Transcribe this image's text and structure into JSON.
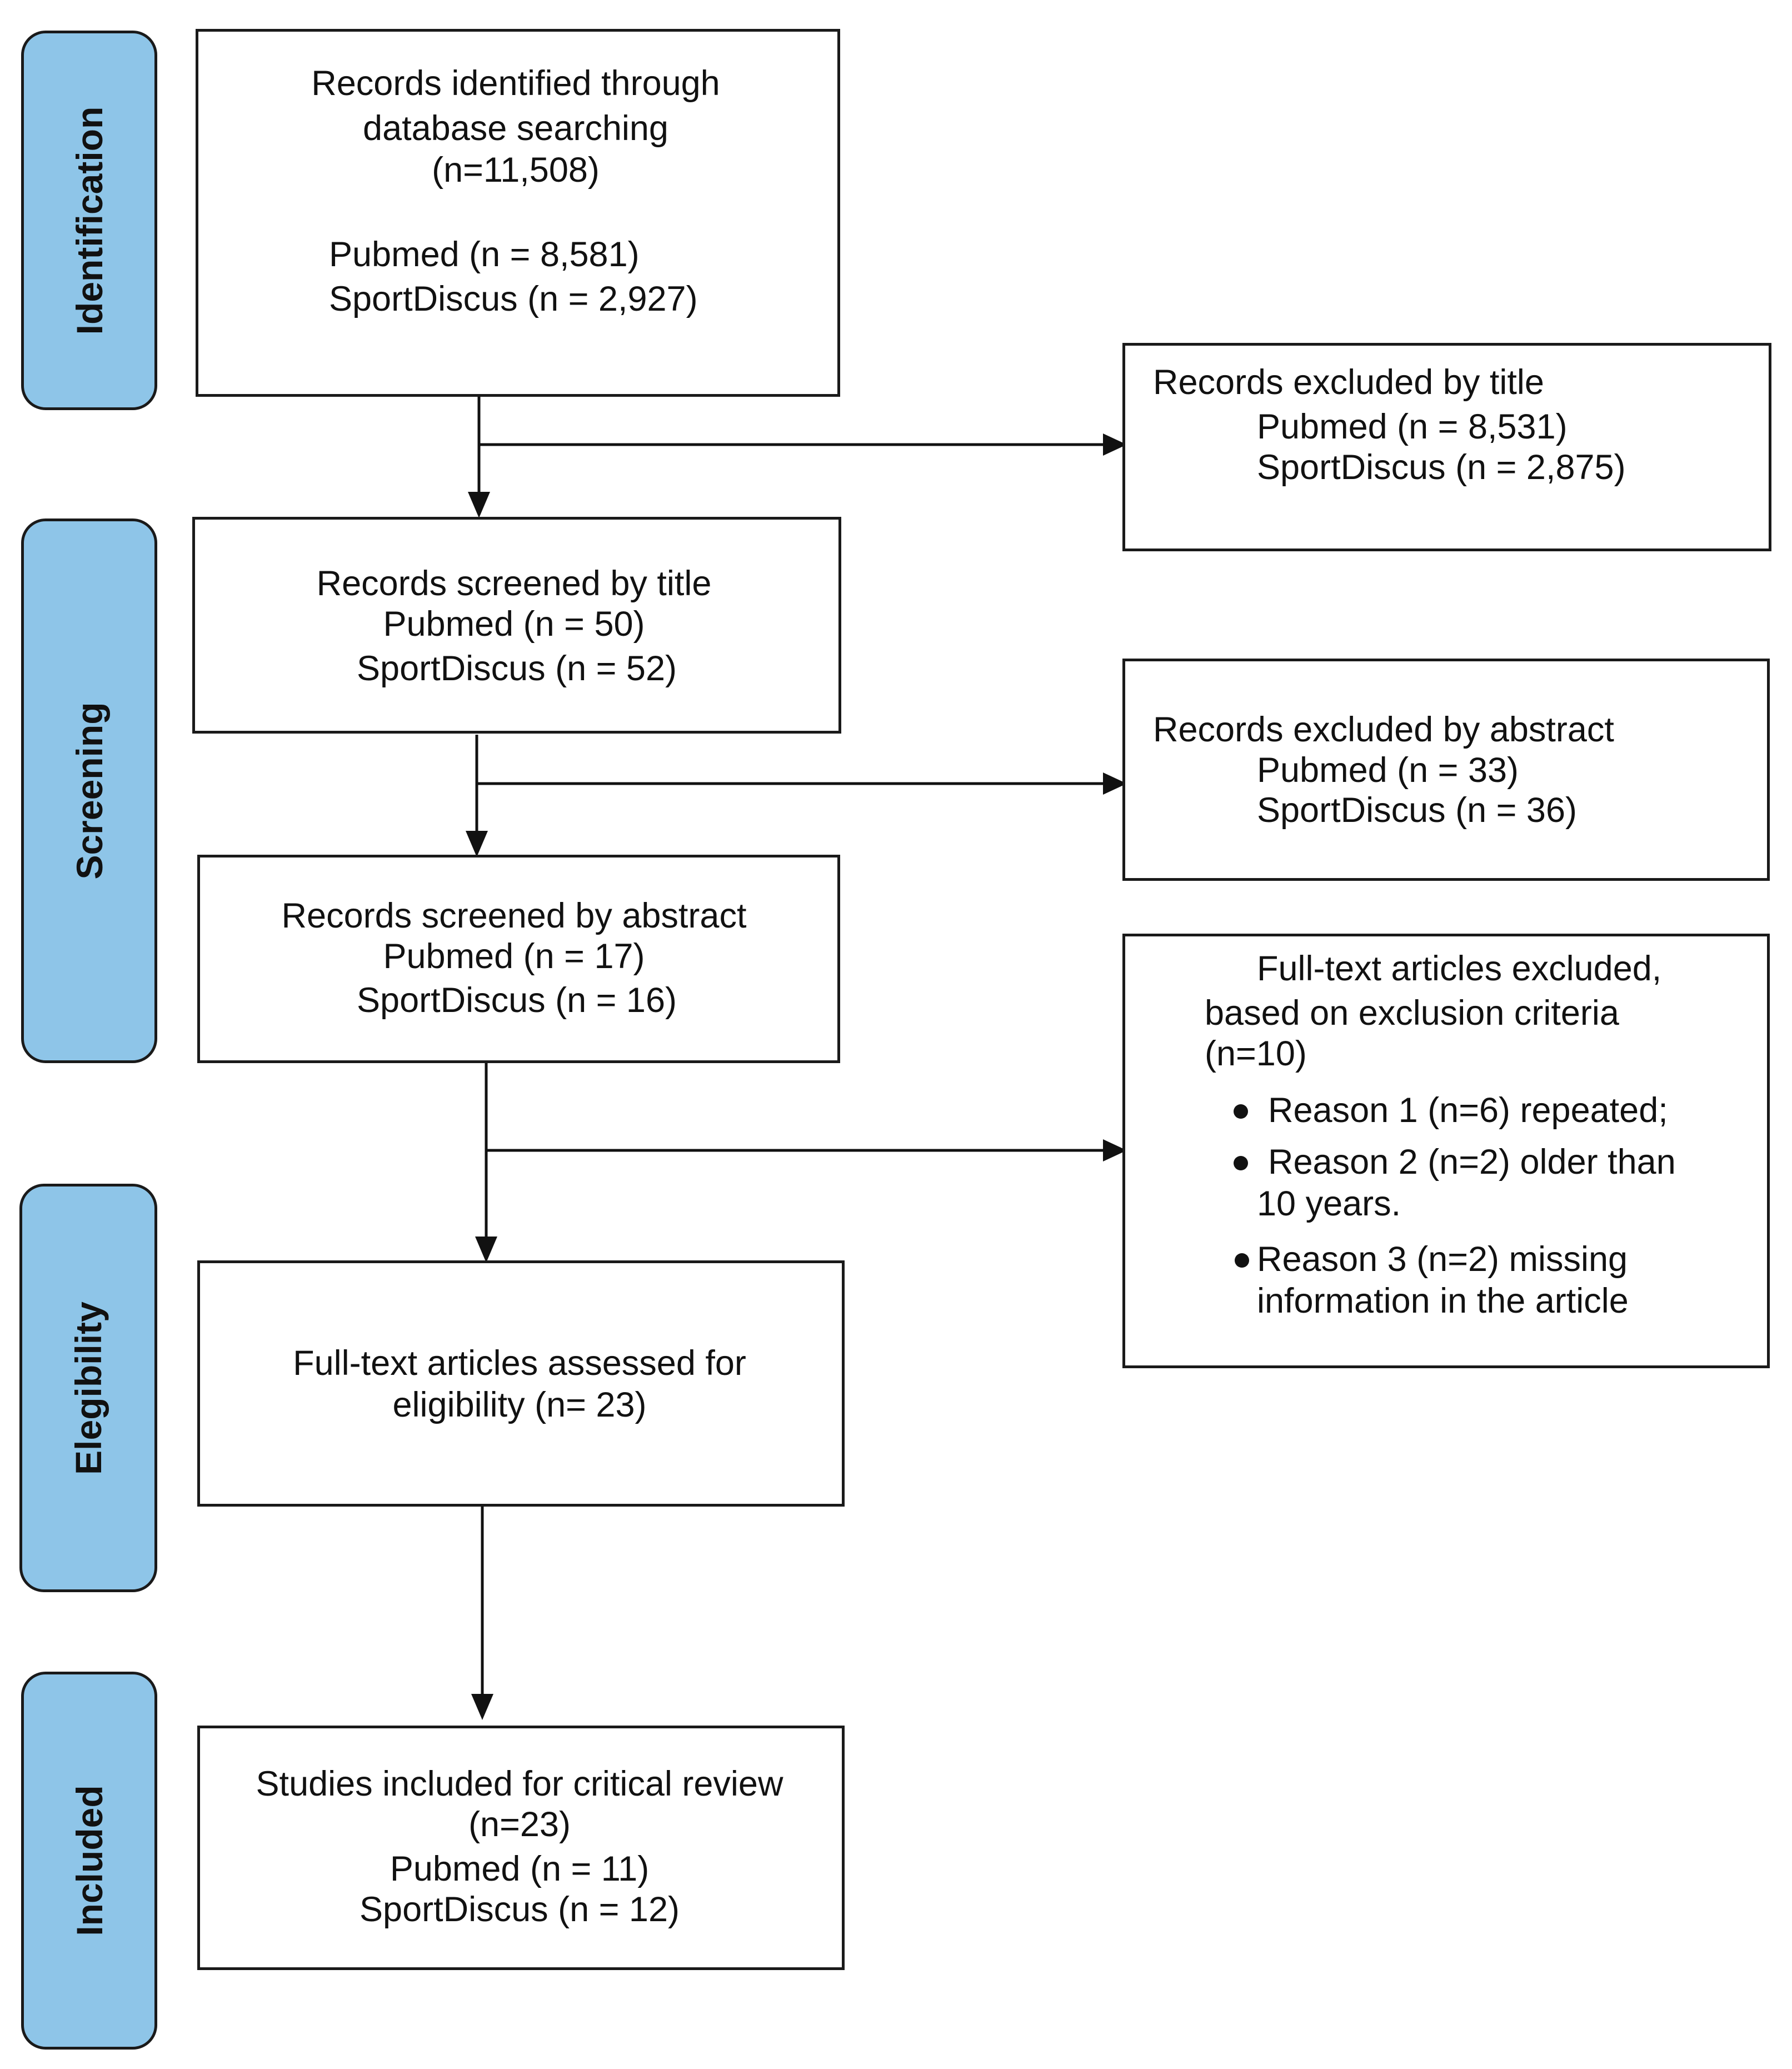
{
  "stages": {
    "identification": "Identification",
    "screening": "Screening",
    "elegibility": "Elegibility",
    "included": "Included"
  },
  "identified": {
    "line1": "Records identified through",
    "line2": "database searching",
    "line3": "(n=11,508)",
    "pubmed": "Pubmed (n = 8,581)",
    "sportdiscus": "SportDiscus (n = 2,927)"
  },
  "excluded_title": {
    "heading": "Records excluded by title",
    "pubmed": "Pubmed (n = 8,531)",
    "sportdiscus": "SportDiscus (n = 2,875)"
  },
  "screened_title": {
    "heading": "Records screened by title",
    "pubmed": "Pubmed (n = 50)",
    "sportdiscus": "SportDiscus (n = 52)"
  },
  "excluded_abstract": {
    "heading": "Records excluded by abstract",
    "pubmed": "Pubmed (n = 33)",
    "sportdiscus": "SportDiscus (n = 36)"
  },
  "screened_abstract": {
    "heading": "Records screened by abstract",
    "pubmed": "Pubmed (n = 17)",
    "sportdiscus": "SportDiscus (n = 16)"
  },
  "fulltext_excluded": {
    "line1": "Full-text articles excluded,",
    "line2": "based on exclusion criteria",
    "line3": "(n=10)",
    "reason1": "Reason 1 (n=6) repeated;",
    "reason2a": "Reason 2 (n=2) older than",
    "reason2b": "10 years.",
    "reason3a": "Reason 3 (n=2) missing",
    "reason3b": "information in the article"
  },
  "assessed": {
    "line1": "Full-text articles assessed for",
    "line2": "eligibility (n= 23)"
  },
  "included": {
    "line1": "Studies included for critical review",
    "line2": "(n=23)",
    "pubmed": "Pubmed (n = 11)",
    "sportdiscus": "SportDiscus (n = 12)"
  }
}
